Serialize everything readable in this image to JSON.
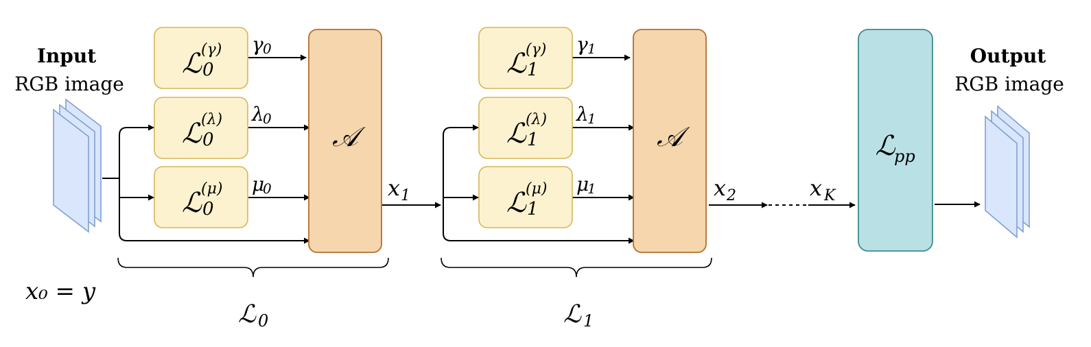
{
  "input": {
    "title": "Input",
    "subtitle": "RGB image",
    "init_label": "x₀ = y"
  },
  "output": {
    "title": "Output",
    "subtitle": "RGB image"
  },
  "stages": [
    {
      "blocks": {
        "gamma": {
          "main": "ℒ",
          "sup": "(γ)",
          "sub": "0"
        },
        "lambda": {
          "main": "ℒ",
          "sup": "(λ)",
          "sub": "0"
        },
        "mu": {
          "main": "ℒ",
          "sup": "(μ)",
          "sub": "0"
        }
      },
      "params": {
        "gamma": {
          "sym": "γ",
          "sub": "0"
        },
        "lambda": {
          "sym": "λ",
          "sub": "0"
        },
        "mu": {
          "sym": "μ",
          "sub": "0"
        }
      },
      "agg": "𝒜",
      "out": {
        "sym": "x",
        "sub": "1"
      },
      "brace": {
        "main": "ℒ",
        "sub": "0"
      }
    },
    {
      "blocks": {
        "gamma": {
          "main": "ℒ",
          "sup": "(γ)",
          "sub": "1"
        },
        "lambda": {
          "main": "ℒ",
          "sup": "(λ)",
          "sub": "1"
        },
        "mu": {
          "main": "ℒ",
          "sup": "(μ)",
          "sub": "1"
        }
      },
      "params": {
        "gamma": {
          "sym": "γ",
          "sub": "1"
        },
        "lambda": {
          "sym": "λ",
          "sub": "1"
        },
        "mu": {
          "sym": "μ",
          "sub": "1"
        }
      },
      "agg": "𝒜",
      "out": {
        "sym": "x",
        "sub": "2"
      },
      "brace": {
        "main": "ℒ",
        "sub": "1"
      }
    }
  ],
  "final_input": {
    "sym": "x",
    "sub": "K"
  },
  "postproc": {
    "main": "ℒ",
    "sub": "pp"
  },
  "colors": {
    "block_fill": "#fdf2cf",
    "block_stroke": "#d6b656",
    "agg_fill": "#f5d6ad",
    "agg_stroke": "#b46e2f",
    "pp_fill": "#b9e0e5",
    "pp_stroke": "#3c8a90",
    "image_fill": "#dae6fb",
    "image_stroke": "#7f9fd6"
  }
}
